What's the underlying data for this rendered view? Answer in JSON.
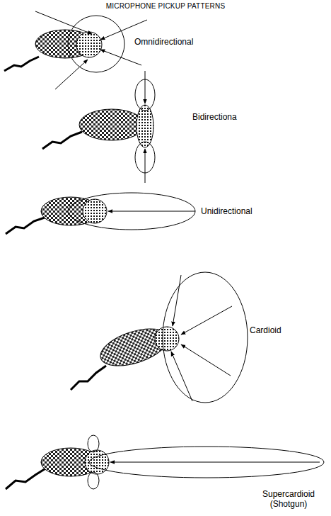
{
  "diagram": {
    "title": "MICROPHONE PICKUP PATTERNS",
    "labels": [
      "Omnidirectional",
      "Bidirectiona",
      "Unidirectional",
      "Cardioid",
      "Supercardioid (Shotgun)"
    ]
  }
}
